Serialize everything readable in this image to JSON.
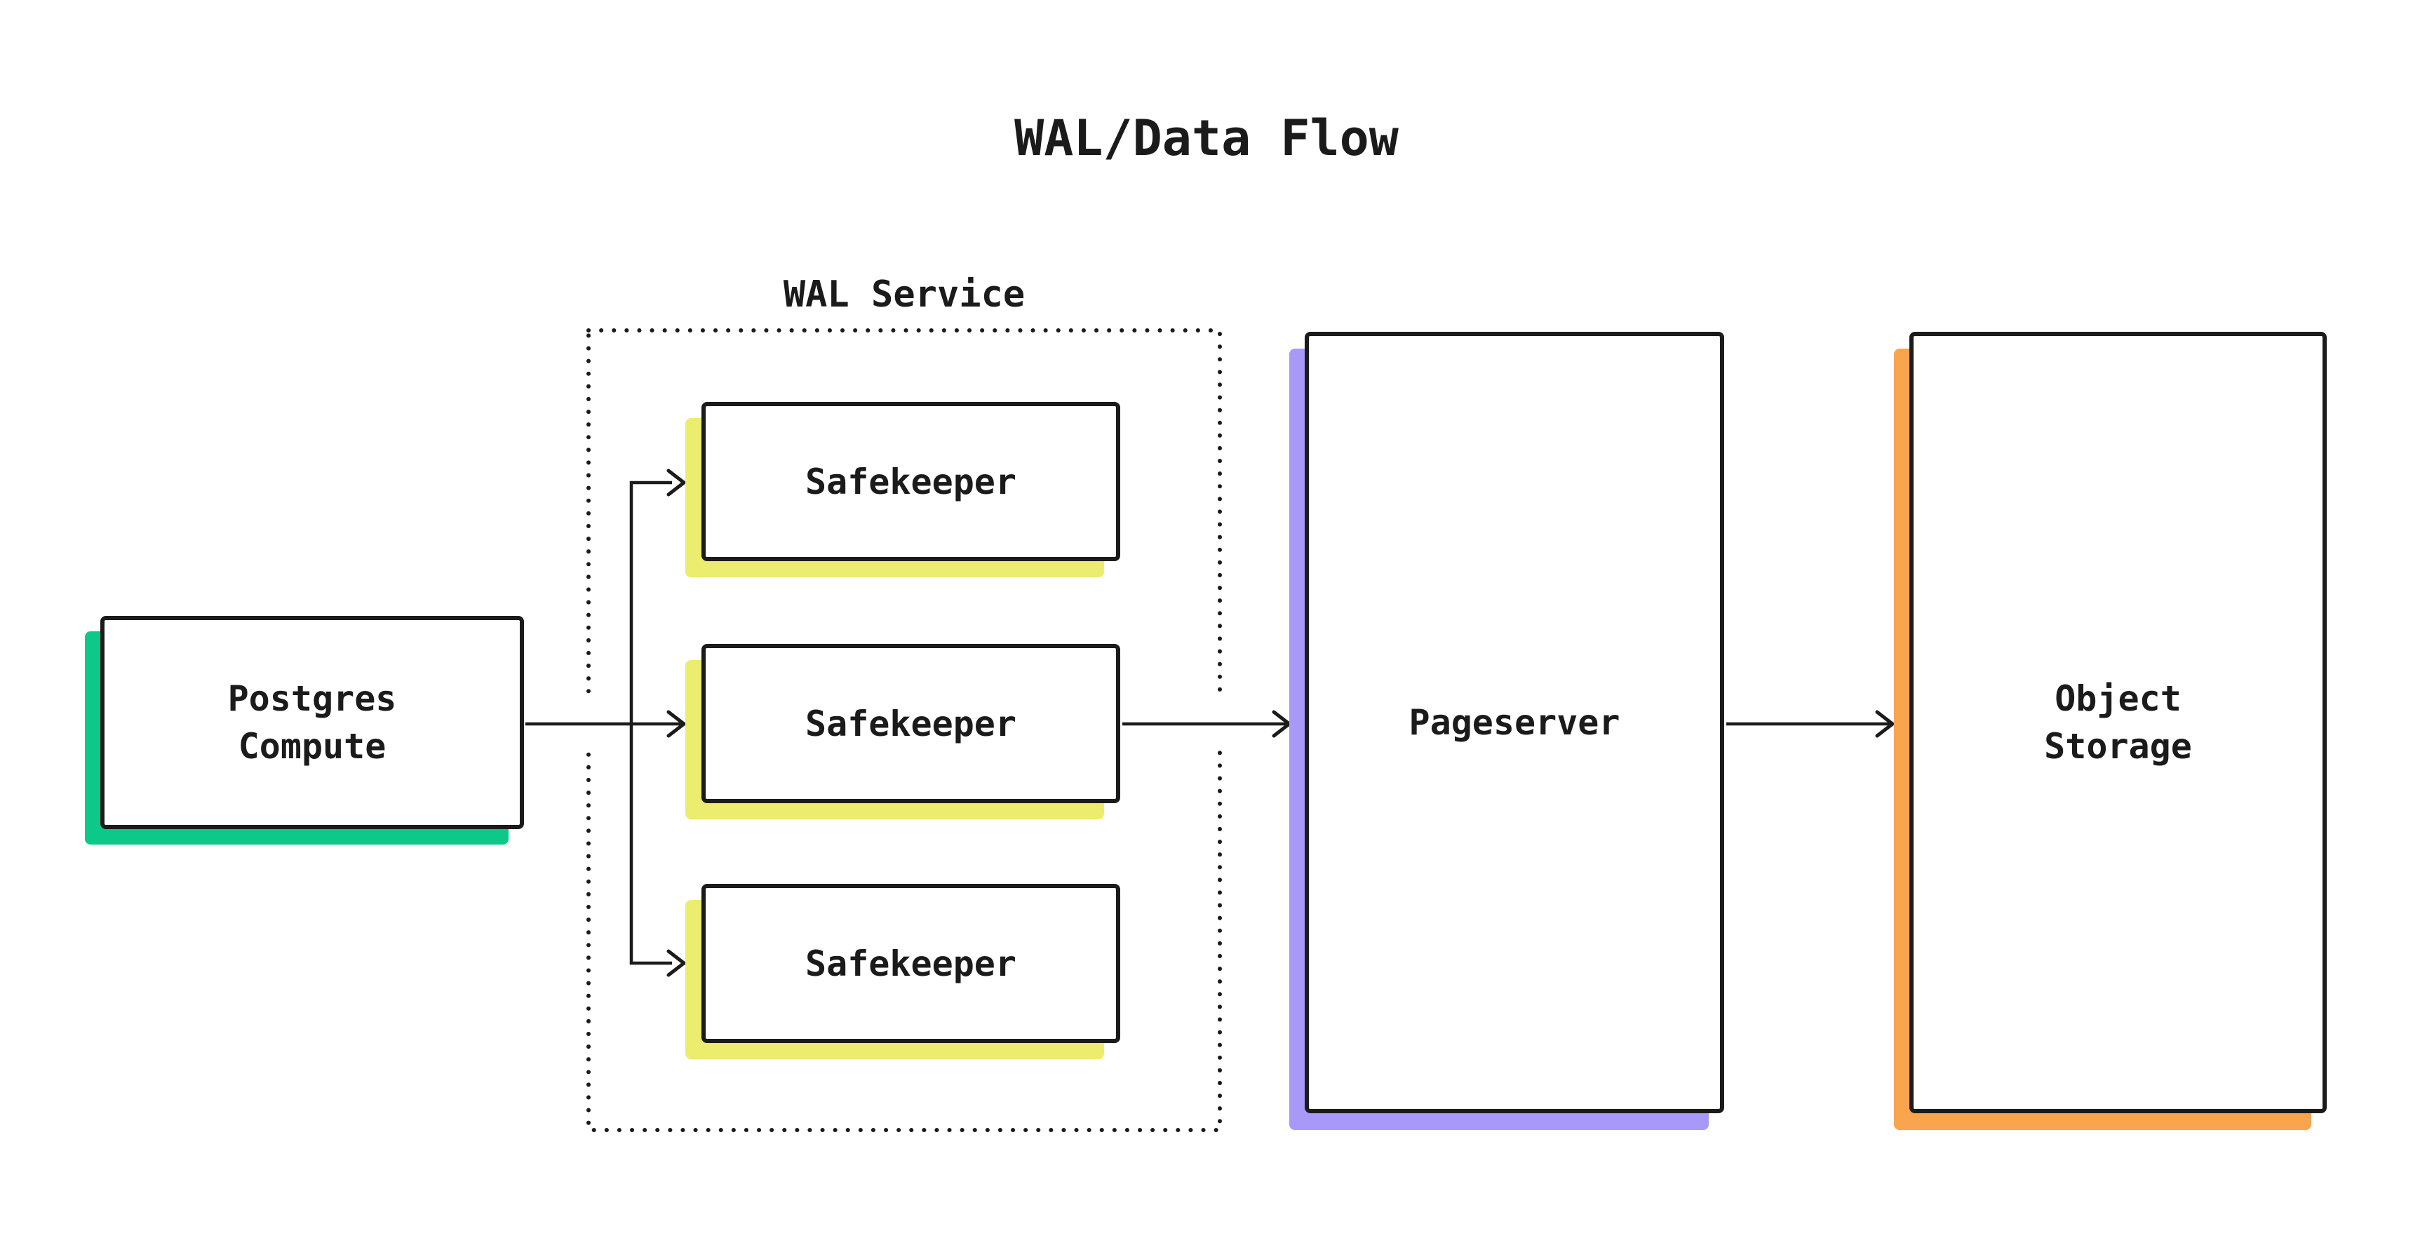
{
  "title": "WAL/Data Flow",
  "wal_service": {
    "label": "WAL Service",
    "safekeepers": [
      "Safekeeper",
      "Safekeeper",
      "Safekeeper"
    ]
  },
  "nodes": {
    "postgres_compute": {
      "line1": "Postgres",
      "line2": "Compute"
    },
    "pageserver": {
      "label": "Pageserver"
    },
    "object_storage": {
      "line1": "Object",
      "line2": "Storage"
    }
  },
  "colors": {
    "ink": "#1B1B1B",
    "background": "#FFFFFF",
    "postgres_shadow": "#0CC98A",
    "safekeeper_shadow": "#ECEC6F",
    "pageserver_shadow": "#A899F9",
    "object_storage_shadow": "#F9A54F"
  }
}
